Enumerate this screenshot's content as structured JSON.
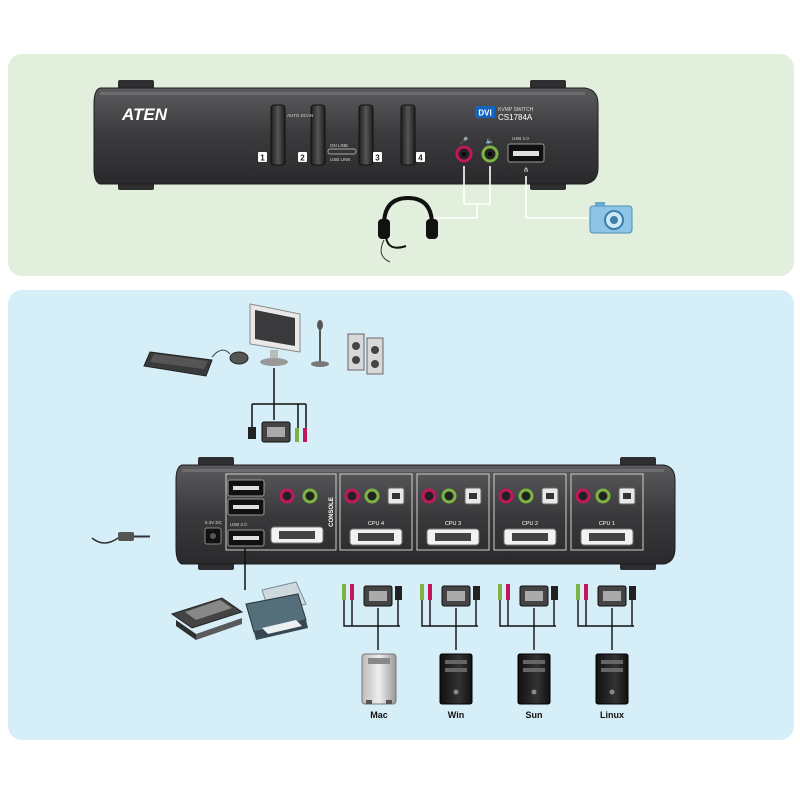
{
  "front": {
    "brand": "ATEN",
    "dvi_badge": "DVI",
    "subtitle": "KVMP SWITCH",
    "model": "CS1784A",
    "usb_label": "USB 2.0",
    "auto_scan": "AUTO SCAN",
    "online_label": "ON LINE",
    "usb_link": "USB LINK",
    "ports": [
      "1",
      "2",
      "3",
      "4"
    ]
  },
  "rear": {
    "console_label": "CONSOLE",
    "power_label": "5.3V DC",
    "usb_label": "USB 2.0",
    "cpu_ports": [
      "CPU 4",
      "CPU 3",
      "CPU 2",
      "CPU 1"
    ]
  },
  "computers": [
    "Mac",
    "Win",
    "Sun",
    "Linux"
  ],
  "colors": {
    "front_bg": "#e1efdc",
    "rear_bg": "#d6eef8",
    "device_body": "#3a3a3c",
    "mic_jack": "#c2185b",
    "speaker_jack": "#7cb342",
    "dvi_badge": "#1565c0"
  }
}
